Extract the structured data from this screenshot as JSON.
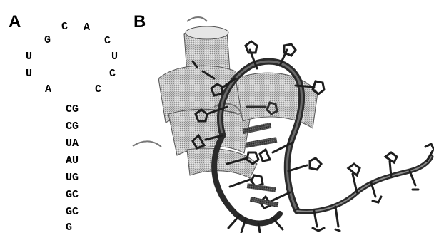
{
  "panels": {
    "a_label": "A",
    "b_label": "B"
  },
  "hairpin": {
    "loop": [
      "G",
      "C",
      "A",
      "C",
      "U",
      "U",
      "U",
      "C",
      "A",
      "C"
    ],
    "stem_pairs": [
      "CG",
      "CG",
      "UA",
      "AU",
      "UG",
      "GC",
      "GC"
    ],
    "terminal": "G"
  },
  "structure_colors": {
    "protein": "#d4d4d4",
    "rna": "#3a3a3a"
  }
}
